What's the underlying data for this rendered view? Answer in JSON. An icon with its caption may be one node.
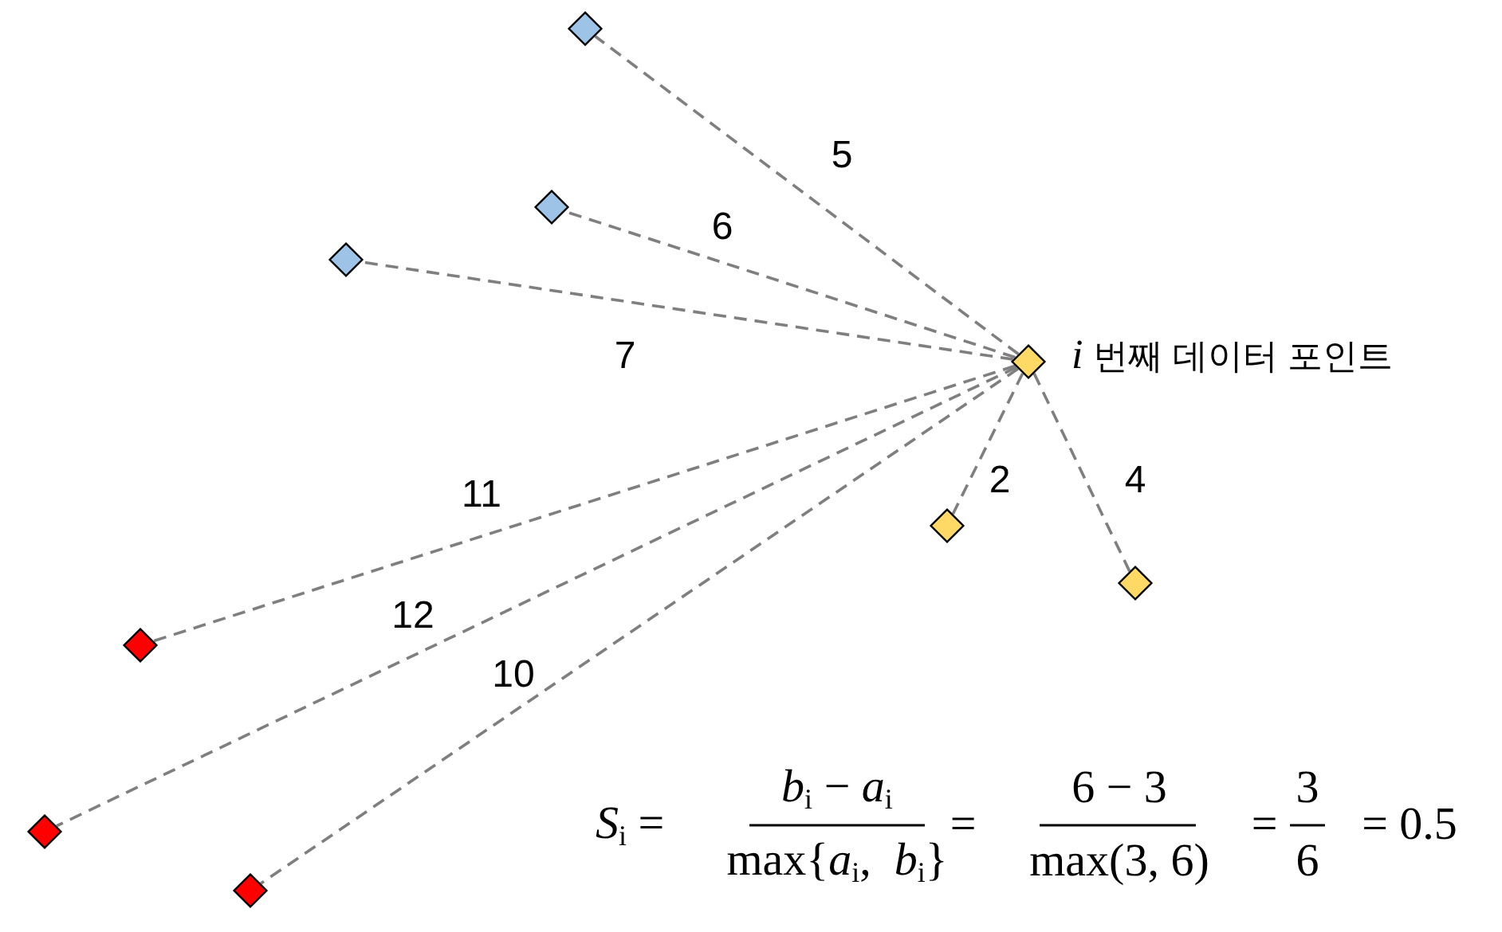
{
  "diagram": {
    "nodes": [
      {
        "text": [],
        "shape": "diamond"
      },
      {
        "text": [],
        "shape": "diamond"
      },
      {
        "text": [],
        "shape": "diamond"
      },
      {
        "text": [],
        "shape": "diamond",
        "beside": [
          "*i* 번째 데이터 포인트"
        ]
      },
      {
        "text": [],
        "shape": "diamond"
      },
      {
        "text": [],
        "shape": "diamond"
      },
      {
        "text": [],
        "shape": "diamond"
      },
      {
        "text": [],
        "shape": "diamond"
      },
      {
        "text": [],
        "shape": "diamond"
      }
    ],
    "edges": [
      {
        "from": 3,
        "to": 0,
        "arrow": "none",
        "label": "5",
        "style": "dashed"
      },
      {
        "from": 3,
        "to": 1,
        "arrow": "none",
        "label": "6",
        "style": "dashed"
      },
      {
        "from": 3,
        "to": 2,
        "arrow": "none",
        "label": "7",
        "style": "dashed"
      },
      {
        "from": 3,
        "to": 4,
        "arrow": "none",
        "label": "2",
        "style": "dashed"
      },
      {
        "from": 3,
        "to": 5,
        "arrow": "none",
        "label": "4",
        "style": "dashed"
      },
      {
        "from": 3,
        "to": 6,
        "arrow": "none",
        "label": "11",
        "style": "dashed"
      },
      {
        "from": 3,
        "to": 7,
        "arrow": "none",
        "label": "12",
        "style": "dashed"
      },
      {
        "from": 3,
        "to": 8,
        "arrow": "none",
        "label": "10",
        "style": "dashed"
      }
    ],
    "labels": [
      "*S*$_{i}$ =",
      "*b*$_{i}$ − *a*$_{i}$",
      "max{*a*$_{i}$,  *b*$_{i}$}",
      "=",
      "6 − 3",
      "max(3, 6)",
      "=",
      "3",
      "6",
      "= 0.5"
    ]
  }
}
